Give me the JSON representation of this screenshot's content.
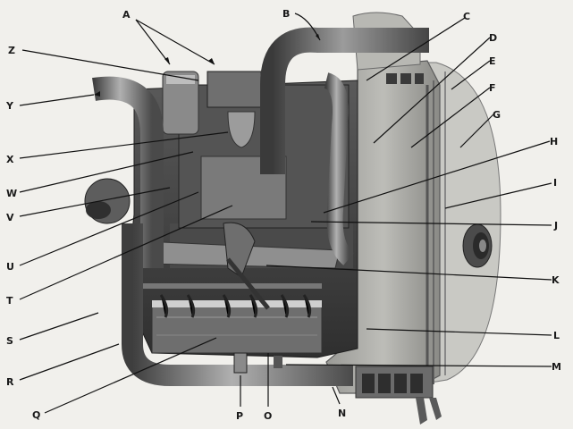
{
  "diagram": {
    "colors": {
      "background": "#f1f0ec",
      "metal_dark": "#3b3b3b",
      "metal_mid": "#6f6f6f",
      "metal_light": "#a9a9a9",
      "pipe": "#7d7d7d",
      "label": "#1a1a1a"
    },
    "labels": [
      {
        "id": "A",
        "text": "A"
      },
      {
        "id": "B",
        "text": "B"
      },
      {
        "id": "C",
        "text": "C"
      },
      {
        "id": "D",
        "text": "D"
      },
      {
        "id": "E",
        "text": "E"
      },
      {
        "id": "F",
        "text": "F"
      },
      {
        "id": "G",
        "text": "G"
      },
      {
        "id": "H",
        "text": "H"
      },
      {
        "id": "I",
        "text": "I"
      },
      {
        "id": "J",
        "text": "J"
      },
      {
        "id": "K",
        "text": "K"
      },
      {
        "id": "L",
        "text": "L"
      },
      {
        "id": "M",
        "text": "M"
      },
      {
        "id": "N",
        "text": "N"
      },
      {
        "id": "O",
        "text": "O"
      },
      {
        "id": "P",
        "text": "P"
      },
      {
        "id": "Q",
        "text": "Q"
      },
      {
        "id": "R",
        "text": "R"
      },
      {
        "id": "S",
        "text": "S"
      },
      {
        "id": "T",
        "text": "T"
      },
      {
        "id": "U",
        "text": "U"
      },
      {
        "id": "V",
        "text": "V"
      },
      {
        "id": "W",
        "text": "W"
      },
      {
        "id": "X",
        "text": "X"
      },
      {
        "id": "Y",
        "text": "Y"
      },
      {
        "id": "Z",
        "text": "Z"
      }
    ]
  }
}
